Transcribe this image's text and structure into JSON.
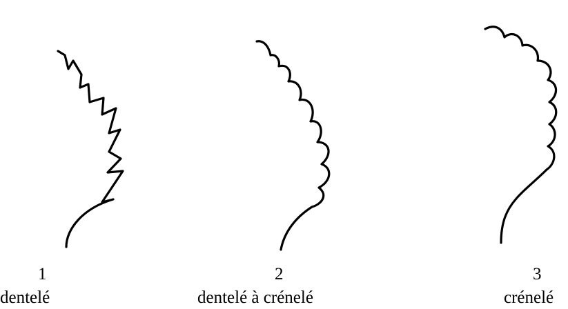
{
  "items": [
    {
      "number": "1",
      "label": "dentelé",
      "edge_type": "serrated"
    },
    {
      "number": "2",
      "label": "dentelé à crénelé",
      "edge_type": "serrated-to-crenate"
    },
    {
      "number": "3",
      "label": "crénelé",
      "edge_type": "crenate"
    }
  ],
  "colors": {
    "line": "#000000",
    "background": "#ffffff"
  }
}
